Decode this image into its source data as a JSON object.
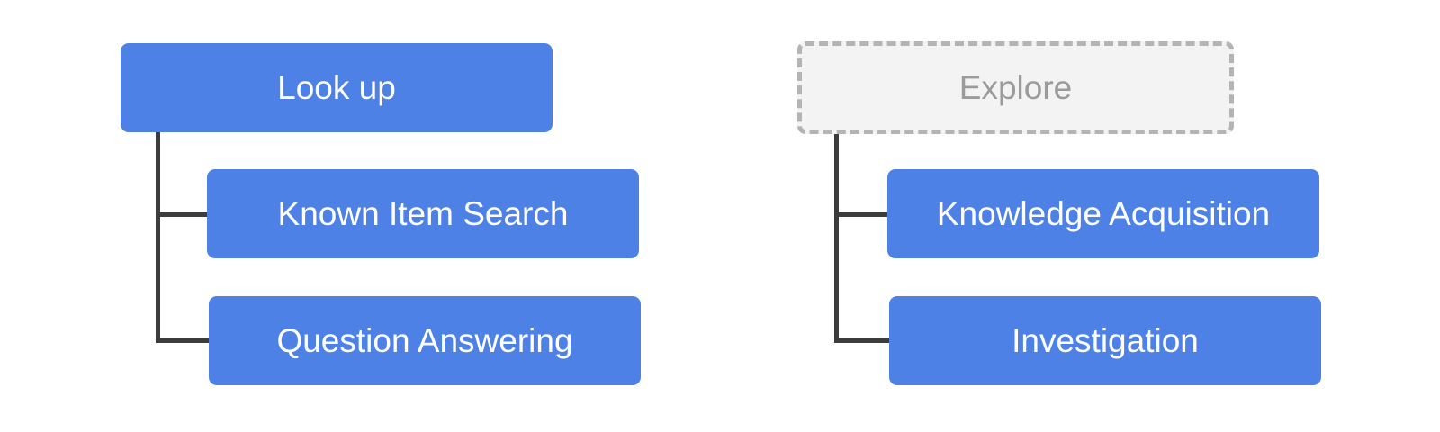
{
  "trees": [
    {
      "root": {
        "label": "Look up",
        "style": "solid"
      },
      "children": [
        {
          "label": "Known Item Search"
        },
        {
          "label": "Question Answering"
        }
      ]
    },
    {
      "root": {
        "label": "Explore",
        "style": "dashed-ghost"
      },
      "children": [
        {
          "label": "Knowledge Acquisition"
        },
        {
          "label": "Investigation"
        }
      ]
    }
  ],
  "colors": {
    "node_fill": "#4e81e5",
    "node_text": "#ffffff",
    "ghost_fill": "#f3f3f3",
    "ghost_border": "#b4b4b4",
    "ghost_text": "#9b9b9b",
    "connector": "#3c3c3c"
  }
}
